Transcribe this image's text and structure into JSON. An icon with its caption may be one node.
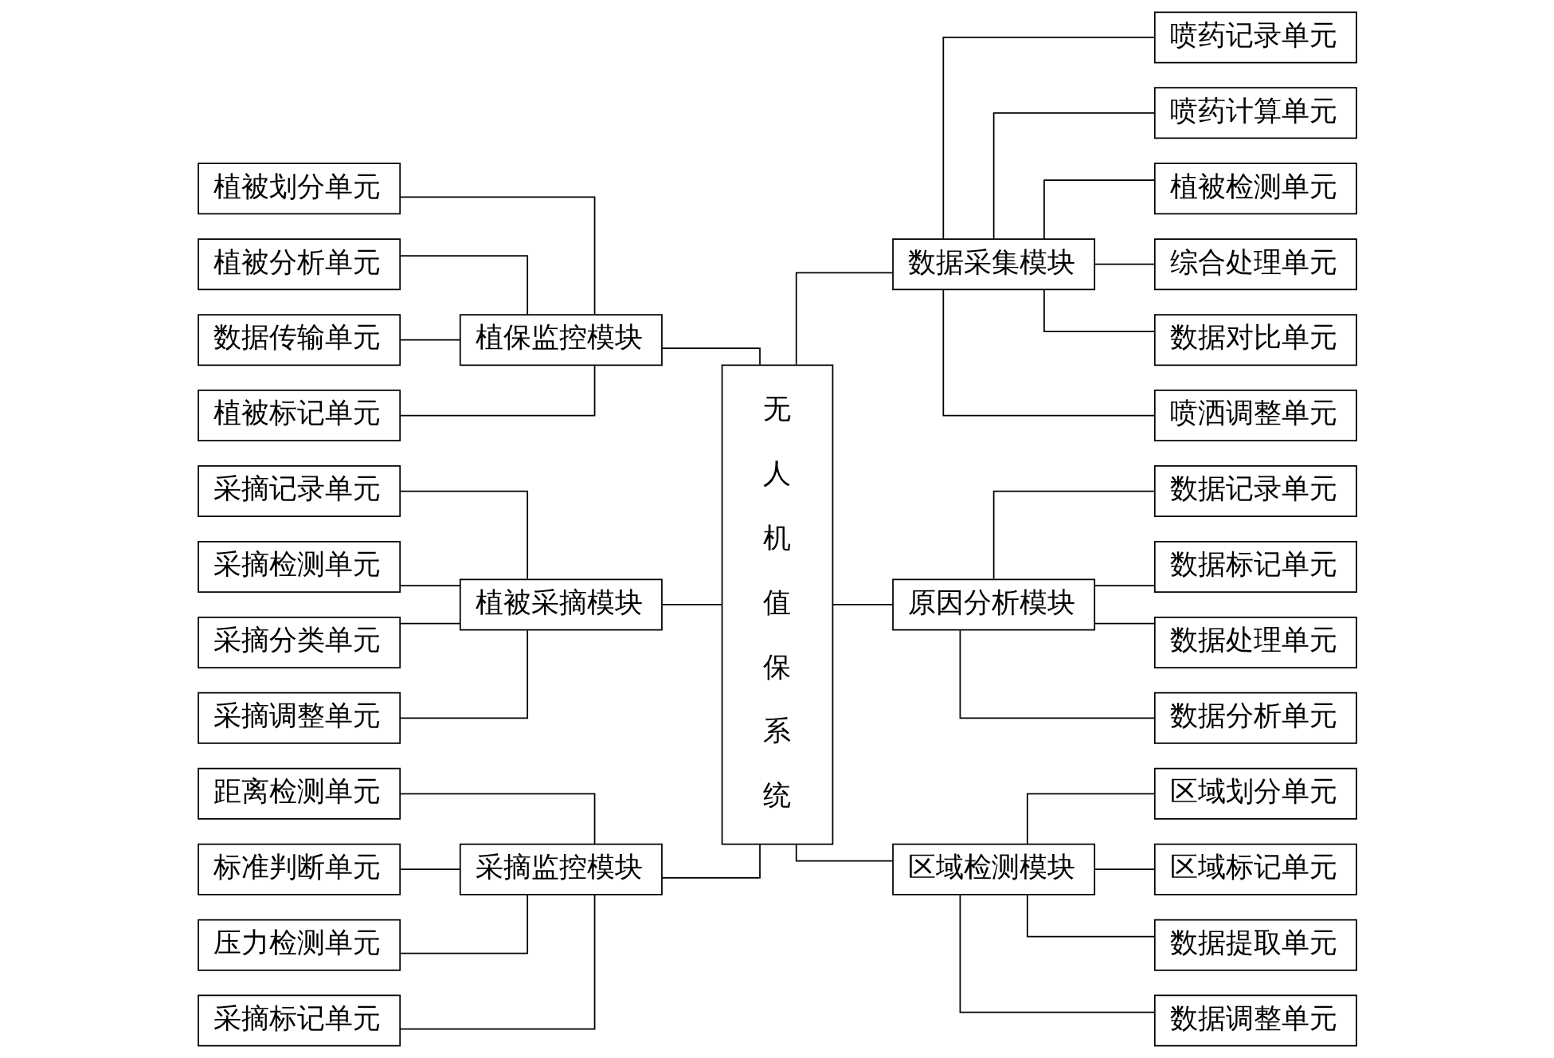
{
  "diagram": {
    "nodes": [
      {
        "text": [
          "无人机值保系统"
        ]
      },
      {
        "text": [
          "植保监控模块"
        ]
      },
      {
        "text": [
          "植被采摘模块"
        ]
      },
      {
        "text": [
          "采摘监控模块"
        ]
      },
      {
        "text": [
          "数据采集模块"
        ]
      },
      {
        "text": [
          "原因分析模块"
        ]
      },
      {
        "text": [
          "区域检测模块"
        ]
      },
      {
        "text": [
          "植被划分单元"
        ]
      },
      {
        "text": [
          "植被分析单元"
        ]
      },
      {
        "text": [
          "数据传输单元"
        ]
      },
      {
        "text": [
          "植被标记单元"
        ]
      },
      {
        "text": [
          "采摘记录单元"
        ]
      },
      {
        "text": [
          "采摘检测单元"
        ]
      },
      {
        "text": [
          "采摘分类单元"
        ]
      },
      {
        "text": [
          "采摘调整单元"
        ]
      },
      {
        "text": [
          "距离检测单元"
        ]
      },
      {
        "text": [
          "标准判断单元"
        ]
      },
      {
        "text": [
          "压力检测单元"
        ]
      },
      {
        "text": [
          "采摘标记单元"
        ]
      },
      {
        "text": [
          "喷药记录单元"
        ]
      },
      {
        "text": [
          "喷药计算单元"
        ]
      },
      {
        "text": [
          "植被检测单元"
        ]
      },
      {
        "text": [
          "综合处理单元"
        ]
      },
      {
        "text": [
          "数据对比单元"
        ]
      },
      {
        "text": [
          "喷洒调整单元"
        ]
      },
      {
        "text": [
          "数据记录单元"
        ]
      },
      {
        "text": [
          "数据标记单元"
        ]
      },
      {
        "text": [
          "数据处理单元"
        ]
      },
      {
        "text": [
          "数据分析单元"
        ]
      },
      {
        "text": [
          "区域划分单元"
        ]
      },
      {
        "text": [
          "区域标记单元"
        ]
      },
      {
        "text": [
          "数据提取单元"
        ]
      },
      {
        "text": [
          "数据调整单元"
        ]
      }
    ],
    "edges": [
      {
        "from": 0,
        "to": 1,
        "arrow": "none"
      },
      {
        "from": 0,
        "to": 2,
        "arrow": "none"
      },
      {
        "from": 0,
        "to": 3,
        "arrow": "none"
      },
      {
        "from": 0,
        "to": 4,
        "arrow": "none"
      },
      {
        "from": 0,
        "to": 5,
        "arrow": "none"
      },
      {
        "from": 0,
        "to": 6,
        "arrow": "none"
      },
      {
        "from": 1,
        "to": 7,
        "arrow": "none"
      },
      {
        "from": 1,
        "to": 8,
        "arrow": "none"
      },
      {
        "from": 1,
        "to": 9,
        "arrow": "none"
      },
      {
        "from": 1,
        "to": 10,
        "arrow": "none"
      },
      {
        "from": 2,
        "to": 11,
        "arrow": "none"
      },
      {
        "from": 2,
        "to": 12,
        "arrow": "none"
      },
      {
        "from": 2,
        "to": 13,
        "arrow": "none"
      },
      {
        "from": 2,
        "to": 14,
        "arrow": "none"
      },
      {
        "from": 3,
        "to": 15,
        "arrow": "none"
      },
      {
        "from": 3,
        "to": 16,
        "arrow": "none"
      },
      {
        "from": 3,
        "to": 17,
        "arrow": "none"
      },
      {
        "from": 3,
        "to": 18,
        "arrow": "none"
      },
      {
        "from": 4,
        "to": 19,
        "arrow": "none"
      },
      {
        "from": 4,
        "to": 20,
        "arrow": "none"
      },
      {
        "from": 4,
        "to": 21,
        "arrow": "none"
      },
      {
        "from": 4,
        "to": 22,
        "arrow": "none"
      },
      {
        "from": 4,
        "to": 23,
        "arrow": "none"
      },
      {
        "from": 4,
        "to": 24,
        "arrow": "none"
      },
      {
        "from": 5,
        "to": 25,
        "arrow": "none"
      },
      {
        "from": 5,
        "to": 26,
        "arrow": "none"
      },
      {
        "from": 5,
        "to": 27,
        "arrow": "none"
      },
      {
        "from": 5,
        "to": 28,
        "arrow": "none"
      },
      {
        "from": 6,
        "to": 29,
        "arrow": "none"
      },
      {
        "from": 6,
        "to": 30,
        "arrow": "none"
      },
      {
        "from": 6,
        "to": 31,
        "arrow": "none"
      },
      {
        "from": 6,
        "to": 32,
        "arrow": "none"
      }
    ]
  }
}
